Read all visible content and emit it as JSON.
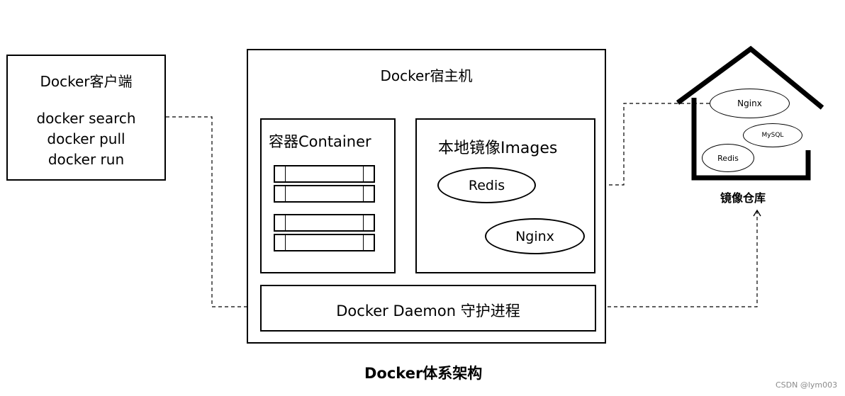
{
  "diagram": {
    "client": {
      "title": "Docker客户端",
      "commands": [
        "docker search",
        "docker pull",
        "docker run"
      ]
    },
    "host": {
      "title": "Docker宿主机",
      "container_box": {
        "title": "容器Container"
      },
      "images_box": {
        "title": "本地镜像Images",
        "items": [
          "Redis",
          "Nginx"
        ]
      },
      "daemon": {
        "title": "Docker Daemon 守护进程"
      }
    },
    "registry": {
      "label": "镜像仓库",
      "items": [
        "Nginx",
        "MySQL",
        "Redis"
      ]
    },
    "caption": "Docker体系架构",
    "watermark": "CSDN @lym003"
  }
}
